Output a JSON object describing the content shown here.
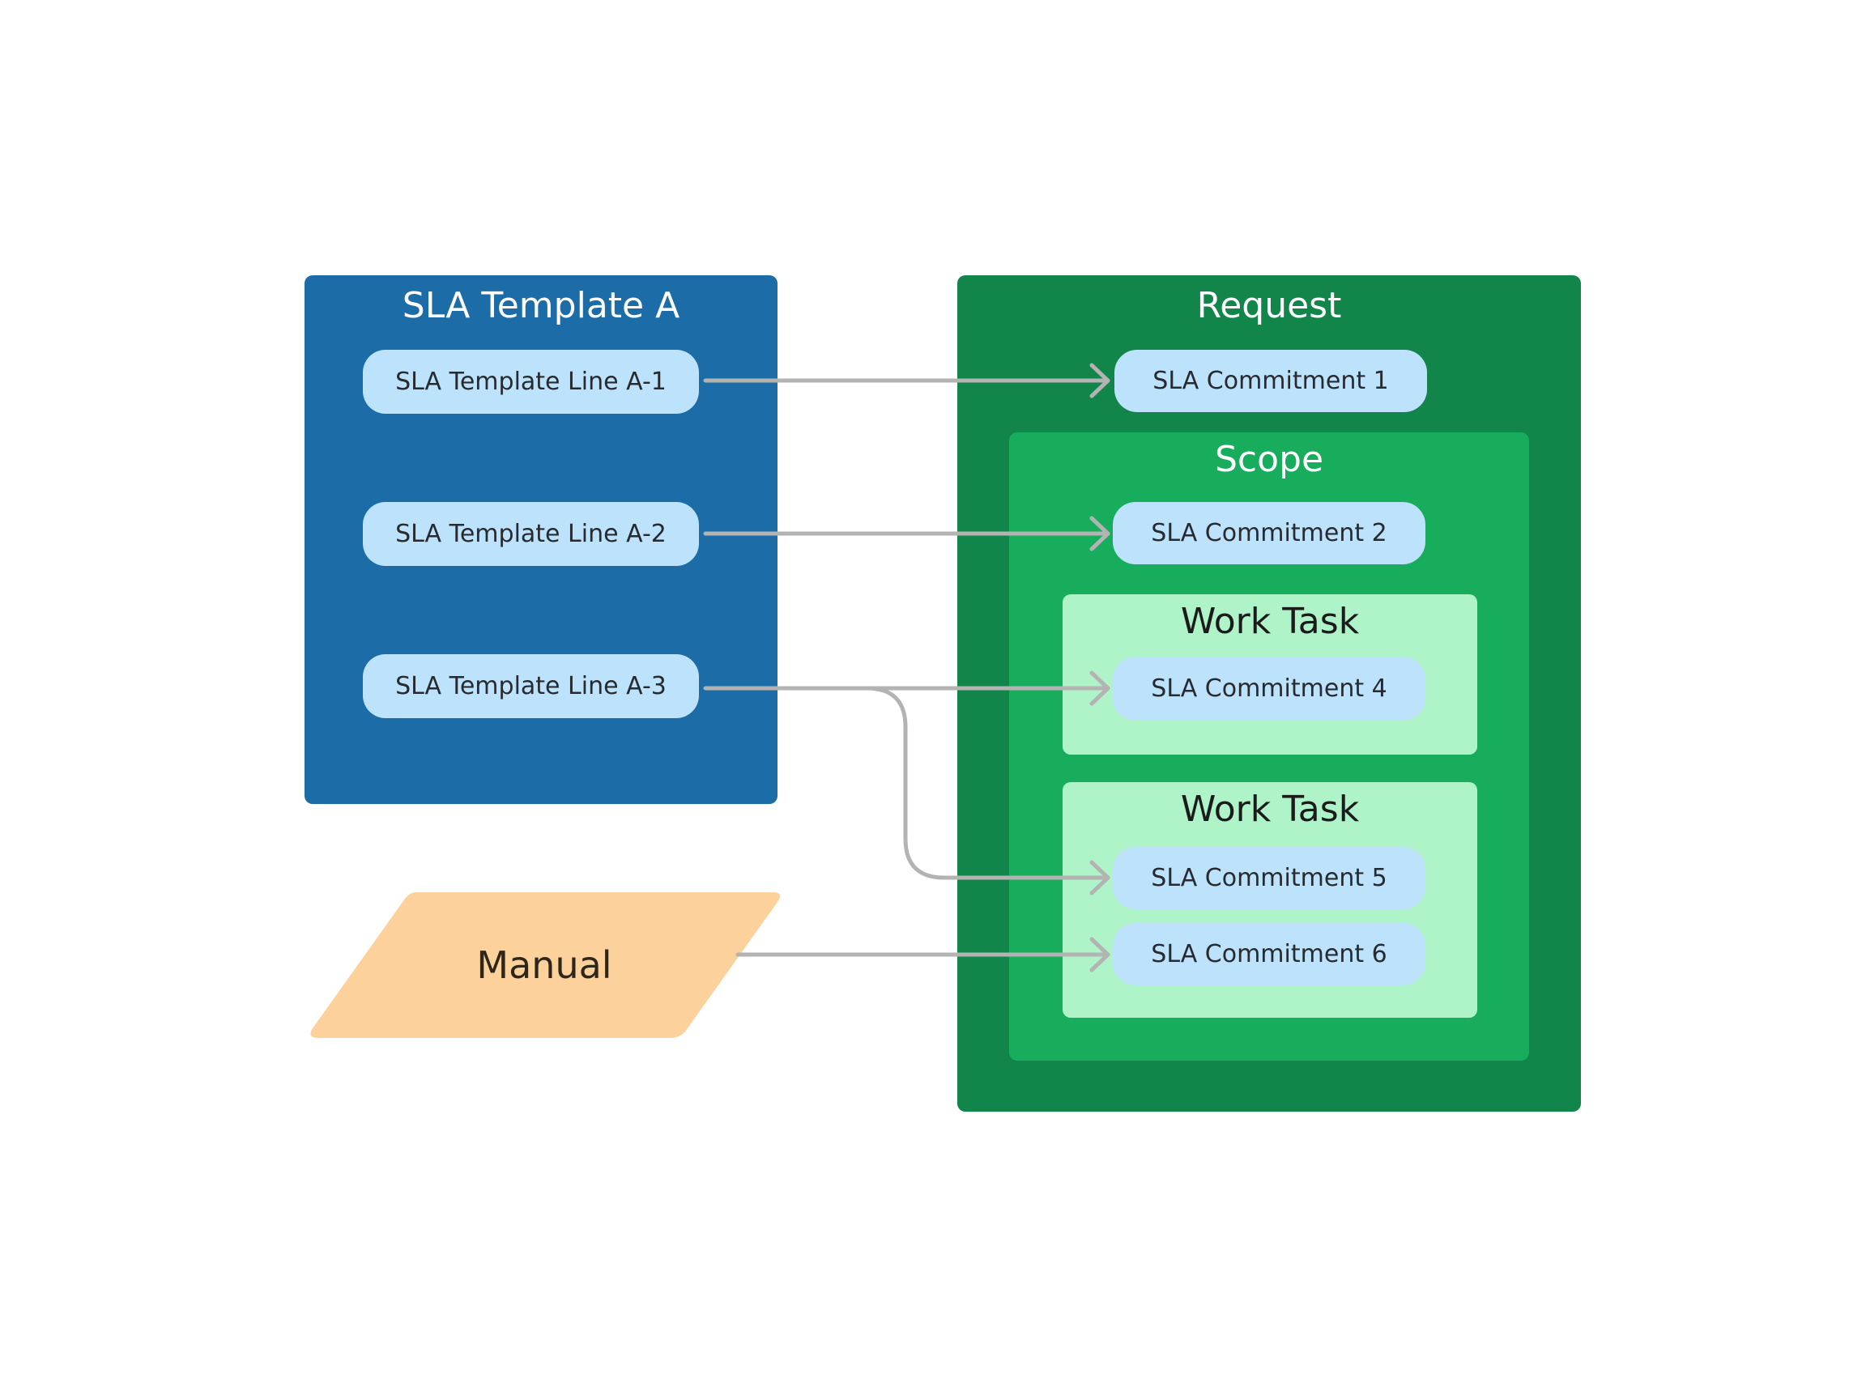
{
  "diagram": {
    "template_group": {
      "title": "SLA Template A",
      "color": "#1b6ca7",
      "lines": [
        {
          "label": "SLA Template Line A-1"
        },
        {
          "label": "SLA Template Line A-2"
        },
        {
          "label": "SLA Template Line A-3"
        }
      ]
    },
    "manual_source": {
      "label": "Manual",
      "color": "#fcd19c"
    },
    "request": {
      "title": "Request",
      "color": "#12864a",
      "commitments": [
        {
          "label": "SLA Commitment 1"
        }
      ],
      "scope": {
        "title": "Scope",
        "color": "#17ad5c",
        "commitments": [
          {
            "label": "SLA Commitment 2"
          }
        ],
        "work_tasks": [
          {
            "title": "Work Task",
            "commitments": [
              {
                "label": "SLA Commitment 4"
              }
            ]
          },
          {
            "title": "Work Task",
            "commitments": [
              {
                "label": "SLA Commitment 5"
              },
              {
                "label": "SLA Commitment 6"
              }
            ]
          }
        ],
        "work_task_color": "#aff4c9"
      }
    },
    "pill_color": "#bde3fc",
    "connector_color": "#b3b3b3",
    "connections": [
      {
        "from": "SLA Template Line A-1",
        "to": "SLA Commitment 1"
      },
      {
        "from": "SLA Template Line A-2",
        "to": "SLA Commitment 2"
      },
      {
        "from": "SLA Template Line A-3",
        "to": "SLA Commitment 4"
      },
      {
        "from": "SLA Template Line A-3",
        "to": "SLA Commitment 5"
      },
      {
        "from": "Manual",
        "to": "SLA Commitment 6"
      }
    ]
  }
}
